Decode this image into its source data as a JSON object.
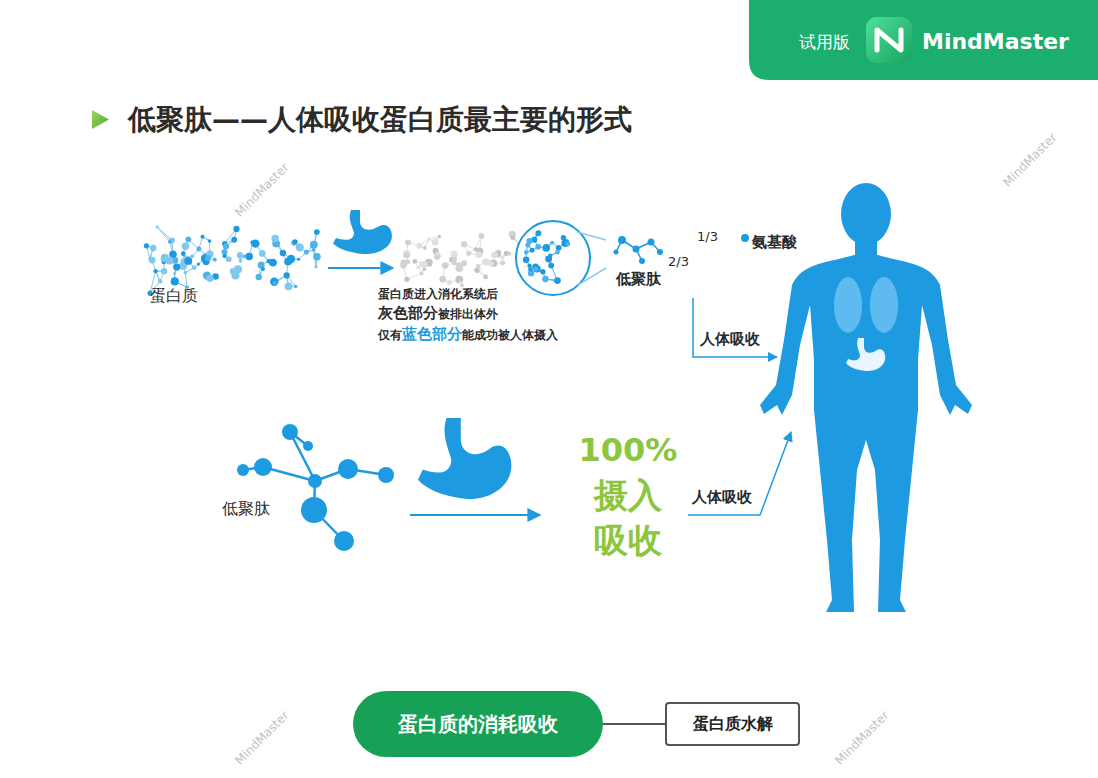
{
  "diagram": {
    "title": "低聚肽——人体吸收蛋白质最主要的形式",
    "nodes": [
      {
        "text": [
          "蛋白质的消耗吸收"
        ]
      },
      {
        "text": [
          "蛋白质水解"
        ]
      }
    ],
    "edges": [
      {
        "from": 0,
        "to": 1,
        "arrow": "none"
      }
    ],
    "labels": [
      "试用版",
      "MindMaster",
      "蛋白质",
      "蛋白质进入消化系统后",
      "灰色部分",
      "被排出体外",
      "仅有",
      "蓝色部分",
      "能成功被人体摄入",
      "低聚肽",
      "2/3",
      "1/3",
      "氨基酸",
      "人体吸收",
      "低聚肽",
      "100%",
      "摄入",
      "吸收",
      "人体吸收",
      "MindMaster",
      "MindMaster",
      "MindMaster",
      "MindMaster"
    ]
  }
}
